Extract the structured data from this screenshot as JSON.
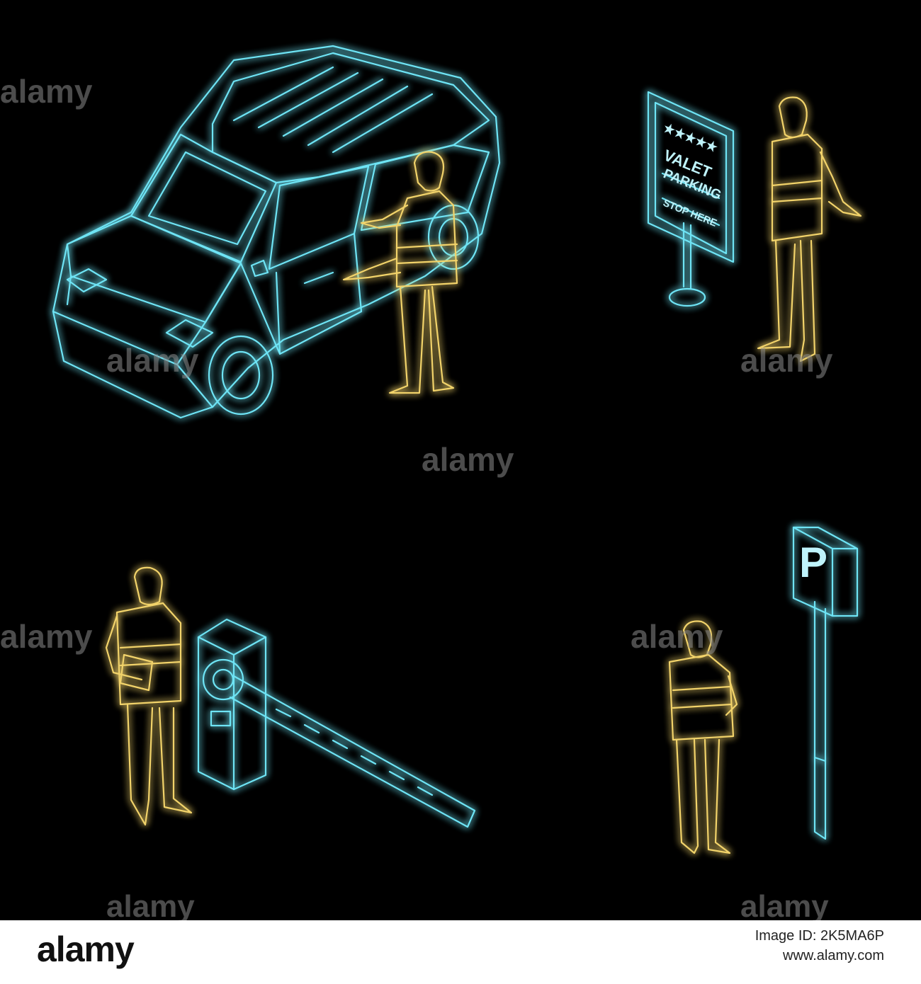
{
  "image": {
    "background": "#000000",
    "line_colors": {
      "vehicle_and_signs": "#6ee4f5",
      "attendants": "#f2d36b"
    }
  },
  "sign_valet": {
    "stars": "★★★★★",
    "line1": "VALET",
    "line2": "PARKING",
    "line3": "STOP HERE"
  },
  "sign_parking": {
    "letter": "P"
  },
  "watermark": {
    "text": "alamy"
  },
  "footer": {
    "logo": "alamy",
    "image_id_label": "Image ID: 2K5MA6P",
    "site": "www.alamy.com"
  }
}
